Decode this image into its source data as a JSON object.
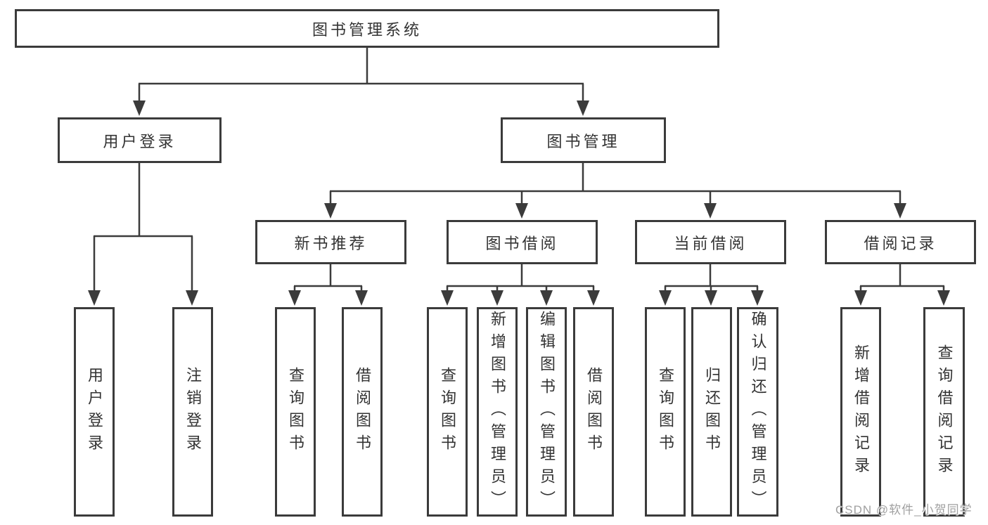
{
  "root": {
    "label": "图书管理系统"
  },
  "branches": {
    "user_login": {
      "label": "用户登录",
      "children": [
        {
          "label": "用户登录"
        },
        {
          "label": "注销登录"
        }
      ]
    },
    "book_management": {
      "label": "图书管理",
      "children": [
        {
          "label": "新书推荐",
          "children": [
            {
              "label": "查询图书"
            },
            {
              "label": "借阅图书"
            }
          ]
        },
        {
          "label": "图书借阅",
          "children": [
            {
              "label": "查询图书"
            },
            {
              "label": "新增图书（管理员）"
            },
            {
              "label": "编辑图书（管理员）"
            },
            {
              "label": "借阅图书"
            }
          ]
        },
        {
          "label": "当前借阅",
          "children": [
            {
              "label": "查询图书"
            },
            {
              "label": "归还图书"
            },
            {
              "label": "确认归还（管理员）"
            }
          ]
        },
        {
          "label": "借阅记录",
          "children": [
            {
              "label": "新增借阅记录"
            },
            {
              "label": "查询借阅记录"
            }
          ]
        }
      ]
    }
  },
  "watermark": "CSDN @软件_小贺同学",
  "colors": {
    "line": "#3b3b3b",
    "text": "#333333",
    "watermark": "#a0a0a0",
    "background": "#ffffff"
  }
}
